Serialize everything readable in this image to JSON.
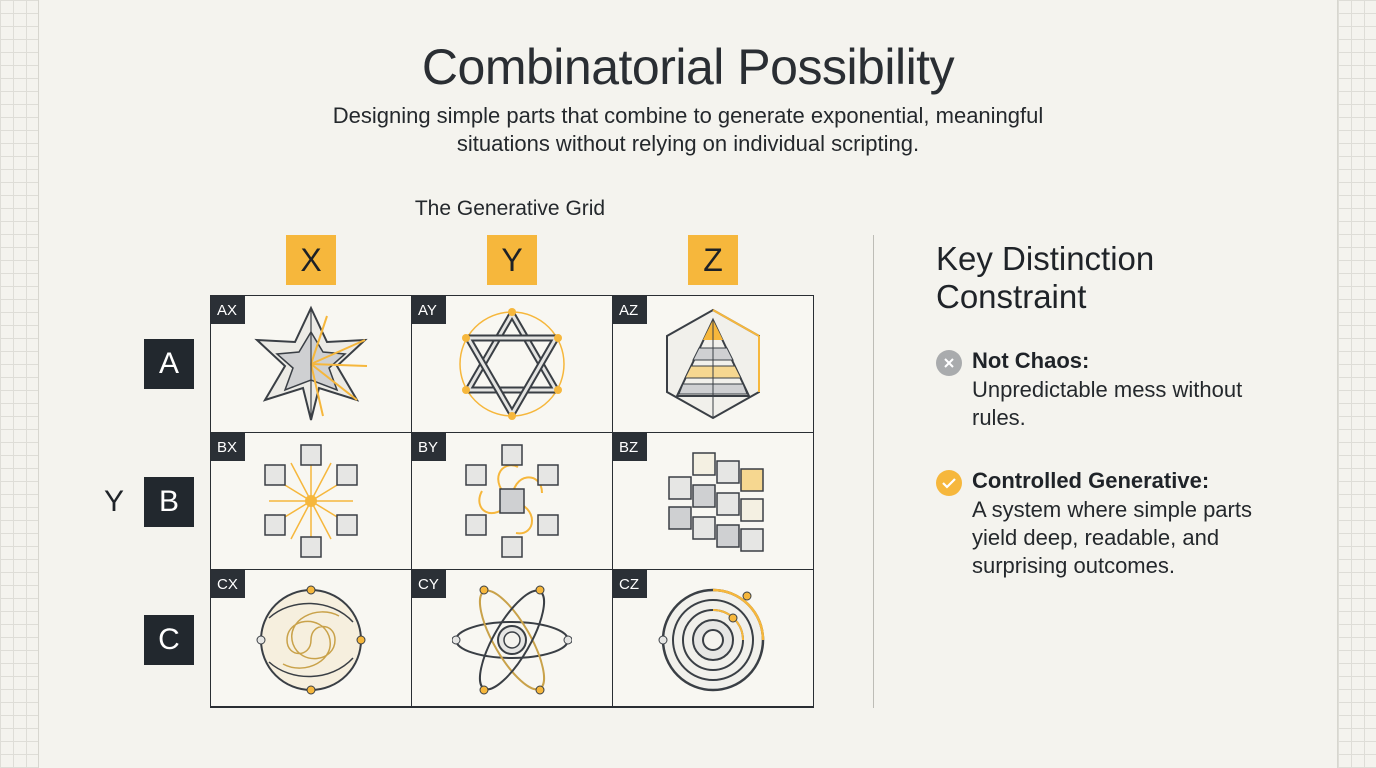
{
  "title": "Combinatorial Possibility",
  "subtitle": "Designing simple parts that combine to generate exponential, meaningful situations without relying on individual scripting.",
  "grid": {
    "title": "The Generative Grid",
    "columns": [
      "X",
      "Y",
      "Z"
    ],
    "rows": [
      "A",
      "B",
      "C"
    ],
    "row_axis_label": "Y",
    "cells": [
      "AX",
      "AY",
      "AZ",
      "BX",
      "BY",
      "BZ",
      "CX",
      "CY",
      "CZ"
    ]
  },
  "key": {
    "title_line1": "Key Distinction",
    "title_line2": "Constraint",
    "items": [
      {
        "icon": "x-circle-icon",
        "label": "Not Chaos:",
        "desc": "Unpredictable mess without rules."
      },
      {
        "icon": "check-circle-icon",
        "label": "Controlled Generative:",
        "desc": "A system where simple parts yield deep, readable, and surprising outcomes."
      }
    ]
  },
  "colors": {
    "accent": "#f6b73c",
    "dark": "#22282e",
    "line": "#3a3f45",
    "background": "#f4f3ee"
  }
}
